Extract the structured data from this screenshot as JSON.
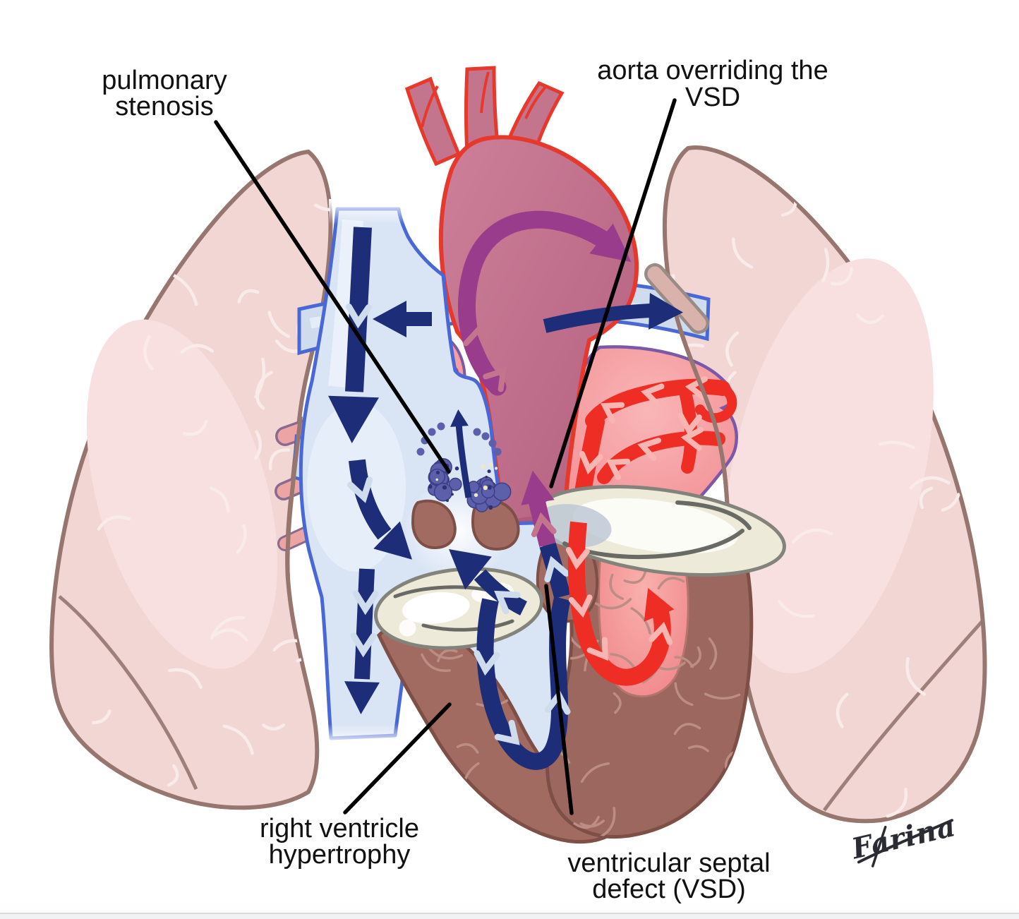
{
  "illustration": {
    "labels": {
      "pulmonary_stenosis": {
        "line1": "pulmonary",
        "line2": "stenosis"
      },
      "aorta_overriding_vsd": {
        "line1": "aorta overriding the",
        "line2": "VSD"
      },
      "right_ventricle_hypertrophy": {
        "line1": "right ventricle",
        "line2": "hypertrophy"
      },
      "ventricular_septal_defect": {
        "line1": "ventricular septal",
        "line2": "defect (VSD)"
      }
    },
    "signature": "Farina",
    "colors": {
      "background": "#ffffff",
      "lung_fill": "#f2d6d4",
      "lung_outline": "#96766f",
      "vein_blue_fill": "#d9e4f4",
      "vein_blue_outline": "#4a67d6",
      "flow_arrow_navy": "#1d2d78",
      "aorta_fill": "#c4758e",
      "aorta_outline": "#e6382b",
      "aorta_flow_purple": "#993c8c",
      "oxygenated_red": "#ee2d24",
      "atrium_salmon": "#f59ba0",
      "atrium_outline_purple": "#7c58a8",
      "myocardium_brown": "#a26b62",
      "myocardium_outline": "#7d4f47",
      "valve_cream": "#edead9",
      "valve_outline": "#83837b",
      "stenosis_violet": "#5c5fa9",
      "label_text": "#111111",
      "leader_line": "#000000"
    }
  }
}
